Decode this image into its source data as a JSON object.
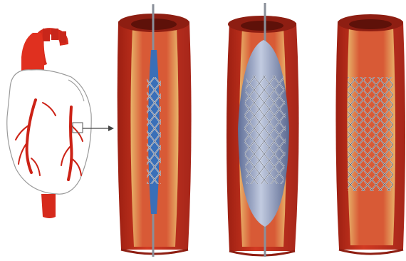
{
  "colors": {
    "background": "#ffffff",
    "artery_wall": "#c8321f",
    "artery_wall_dark": "#8e1e12",
    "artery_lumen": "#e06a42",
    "plaque": "#efc46a",
    "heart_outline": "#9a9a9a",
    "heart_vessels": "#cc2216",
    "aorta": "#d62a1c",
    "balloon": "#6f7fa8",
    "balloon_light": "#aeb8d3",
    "catheter": "#3a6fb8",
    "stent_mesh": "#d8dde6",
    "stent_mesh_dark": "#4a4f5a",
    "guide_wire": "#8a8f99"
  },
  "illustration": {
    "panels": [
      {
        "name": "heart",
        "icon": "heart-icon"
      },
      {
        "name": "catheter-insertion",
        "icon": "artery-with-catheter-icon"
      },
      {
        "name": "balloon-inflation",
        "icon": "artery-with-balloon-icon"
      },
      {
        "name": "stent-deployed",
        "icon": "artery-with-stent-icon"
      }
    ],
    "pointer": "arrow-icon"
  }
}
